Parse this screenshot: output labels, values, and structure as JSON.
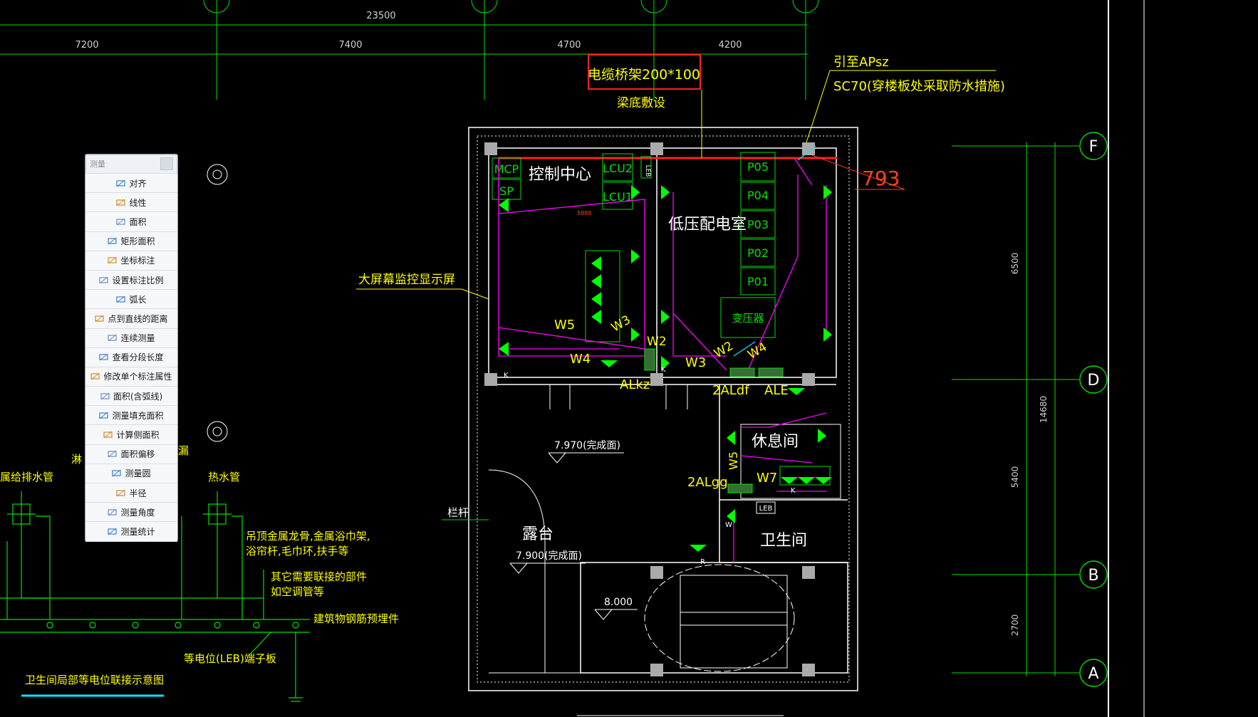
{
  "panel": {
    "title": "测量",
    "items": [
      {
        "label": "对齐",
        "icon": "aligned-dimension-icon"
      },
      {
        "label": "线性",
        "icon": "linear-dimension-icon"
      },
      {
        "label": "面积",
        "icon": "area-icon"
      },
      {
        "label": "矩形面积",
        "icon": "rectangle-area-icon"
      },
      {
        "label": "坐标标注",
        "icon": "coordinate-icon"
      },
      {
        "label": "设置标注比例",
        "icon": "scale-icon"
      },
      {
        "label": "弧长",
        "icon": "arc-length-icon"
      },
      {
        "label": "点到直线的距离",
        "icon": "point-line-distance-icon"
      },
      {
        "label": "连续测量",
        "icon": "continuous-measure-icon"
      },
      {
        "label": "查看分段长度",
        "icon": "segment-length-icon"
      },
      {
        "label": "修改单个标注属性",
        "icon": "edit-dimension-icon"
      },
      {
        "label": "面积(含弧线)",
        "icon": "arc-area-icon"
      },
      {
        "label": "测量填充面积",
        "icon": "hatch-area-icon"
      },
      {
        "label": "计算侧面积",
        "icon": "side-area-icon"
      },
      {
        "label": "面积偏移",
        "icon": "area-offset-icon"
      },
      {
        "label": "测量圆",
        "icon": "circle-measure-icon"
      },
      {
        "label": "半径",
        "icon": "radius-icon"
      },
      {
        "label": "测量角度",
        "icon": "angle-icon"
      },
      {
        "label": "测量统计",
        "icon": "statistics-icon"
      }
    ]
  },
  "drawing": {
    "colors": {
      "grid": "#00e000",
      "wall": "#ffffff",
      "label": "#ffff00",
      "magenta": "#ff00ff",
      "red": "#ff2020",
      "cyan": "#00e5ff",
      "fixture": "#00ff00"
    },
    "dims": {
      "top_total": "23500",
      "seg1": "7200",
      "seg2": "7400",
      "seg3": "4700",
      "seg4": "4200",
      "right1": "6500",
      "right_total": "14680",
      "right2": "5400",
      "right3": "2700"
    },
    "axes": {
      "F": "F",
      "D": "D",
      "B": "B",
      "A": "A"
    },
    "labels": {
      "tray": "电缆桥架200*100",
      "tray_sub": "梁底敷设",
      "apsz": "引至APsz",
      "sc70": "SC70(穿楼板处采取防水措施)",
      "n793": "793",
      "control": "控制中心",
      "lowvolt": "低压配电室",
      "mcp": "MCP",
      "sp": "SP",
      "lcu2": "LCU2",
      "lcu1": "LCU1",
      "leb": "LEB",
      "p05": "P05",
      "p04": "P04",
      "p03": "P03",
      "p02": "P02",
      "p01": "P01",
      "transformer": "变压器",
      "screen": "大屏幕监控显示屏",
      "w5": "W5",
      "w3": "W3",
      "w2": "W2",
      "w4": "W4",
      "w3b": "W3",
      "w2b": "W2",
      "w4b": "W4",
      "alkz": "ALkz",
      "2aldf": "2ALdf",
      "ale": "ALE",
      "lounge": "休息间",
      "elev1": "7.970(完成面)",
      "w5b": "W5",
      "w7": "W7",
      "2algg": "2ALgg",
      "railing": "栏杆",
      "terrace": "露台",
      "elev2": "7.900(完成面)",
      "restroom": "卫生间",
      "leb2": "LEB",
      "elev3": "8.000",
      "small": "5888",
      "k1": "K",
      "k2": "K",
      "k3": "K",
      "r1": "R",
      "w1": "W"
    },
    "detail": {
      "pipe1": "属给排水管",
      "pipe_mid": "淋",
      "pipe_mid2": "漏",
      "pipe2": "热水管",
      "note1": "吊顶金属龙骨,金属浴巾架,",
      "note1b": "浴帘杆,毛巾环,扶手等",
      "note2": "其它需要联接的部件",
      "note2b": "如空调管等",
      "rebar": "建筑物钢筋预埋件",
      "leb_term": "等电位(LEB)端子板",
      "title": "卫生间局部等电位联接示意图"
    }
  }
}
